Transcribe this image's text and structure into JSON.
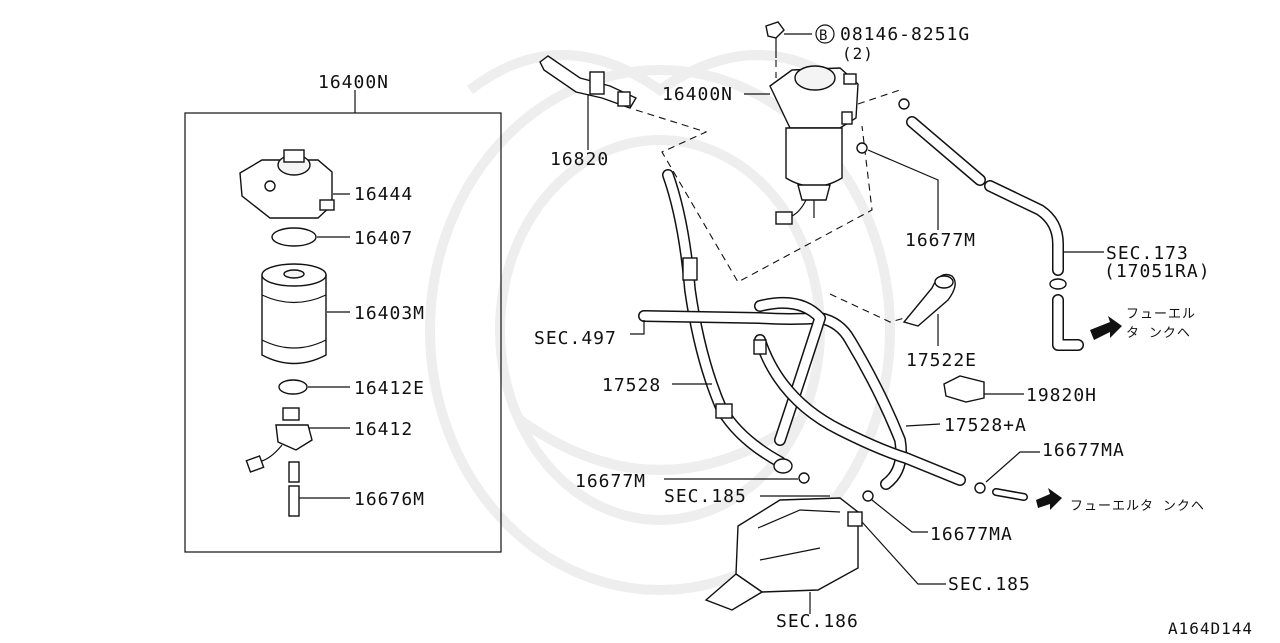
{
  "diagram_code": "A164D144",
  "labels": {
    "box_16400N": "16400N",
    "p16444": "16444",
    "p16407": "16407",
    "p16403M": "16403M",
    "p16412E": "16412E",
    "p16412": "16412",
    "p16676M": "16676M",
    "bolt": "08146-8251G",
    "bolt_symbol": "B",
    "bolt_qty": "(2)",
    "top_16400N": "16400N",
    "p16820": "16820",
    "p16677M_top": "16677M",
    "sec173": "SEC.173",
    "sec173_ref": "(17051RA)",
    "fuel_tank_1a": "フューエル",
    "fuel_tank_1b": "タ ンクヘ",
    "sec497": "SEC.497",
    "p17522E": "17522E",
    "p17528": "17528",
    "p19820H": "19820H",
    "p17528A": "17528+A",
    "p16677MA_r": "16677MA",
    "p16677M_bot": "16677M",
    "sec185_a": "SEC.185",
    "fuel_tank_2": "フューエルタ ンクヘ",
    "p16677MA_b": "16677MA",
    "sec185_b": "SEC.185",
    "sec186": "SEC.186"
  }
}
